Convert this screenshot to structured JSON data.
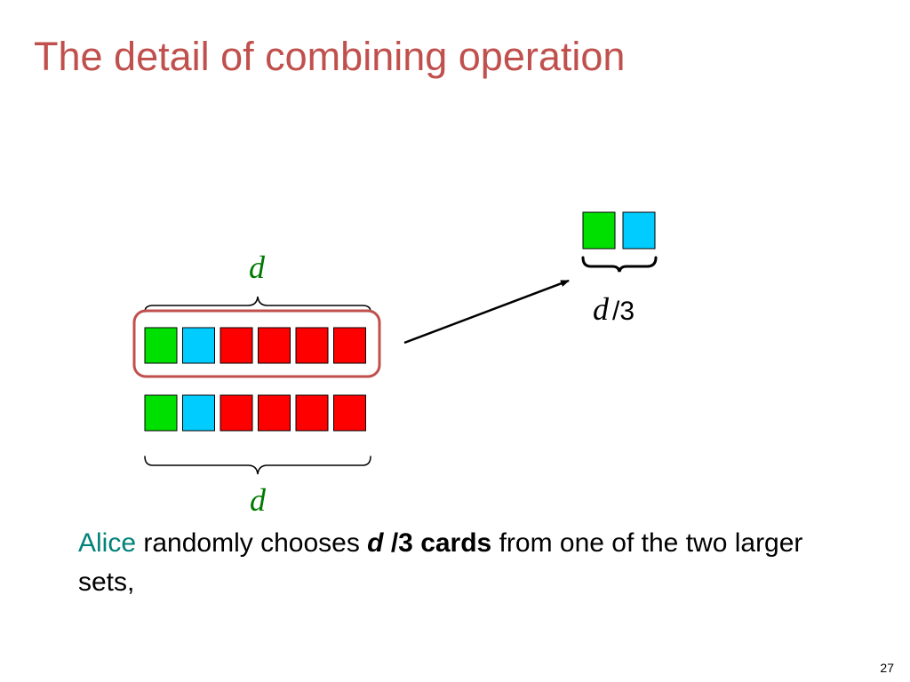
{
  "title": "The detail of combining operation",
  "colors": {
    "title": "#c0504d",
    "green": "#00e000",
    "cyan": "#00ccff",
    "red": "#ff0000",
    "highlight": "#c0504d",
    "label": "#007a00",
    "alice": "#00817a"
  },
  "diagram": {
    "top_row": [
      "green",
      "cyan",
      "red",
      "red",
      "red",
      "red"
    ],
    "bottom_row": [
      "green",
      "cyan",
      "red",
      "red",
      "red",
      "red"
    ],
    "chosen": [
      "green",
      "cyan"
    ],
    "top_label": "d",
    "bottom_label": "d",
    "result_label_var": "d",
    "result_label_rest": "/3"
  },
  "caption": {
    "alice": "Alice",
    "text1": " randomly chooses ",
    "bold_var": "d",
    "bold_rest": " /3 cards",
    "text2": " from one of the two larger sets,"
  },
  "page_number": "27"
}
